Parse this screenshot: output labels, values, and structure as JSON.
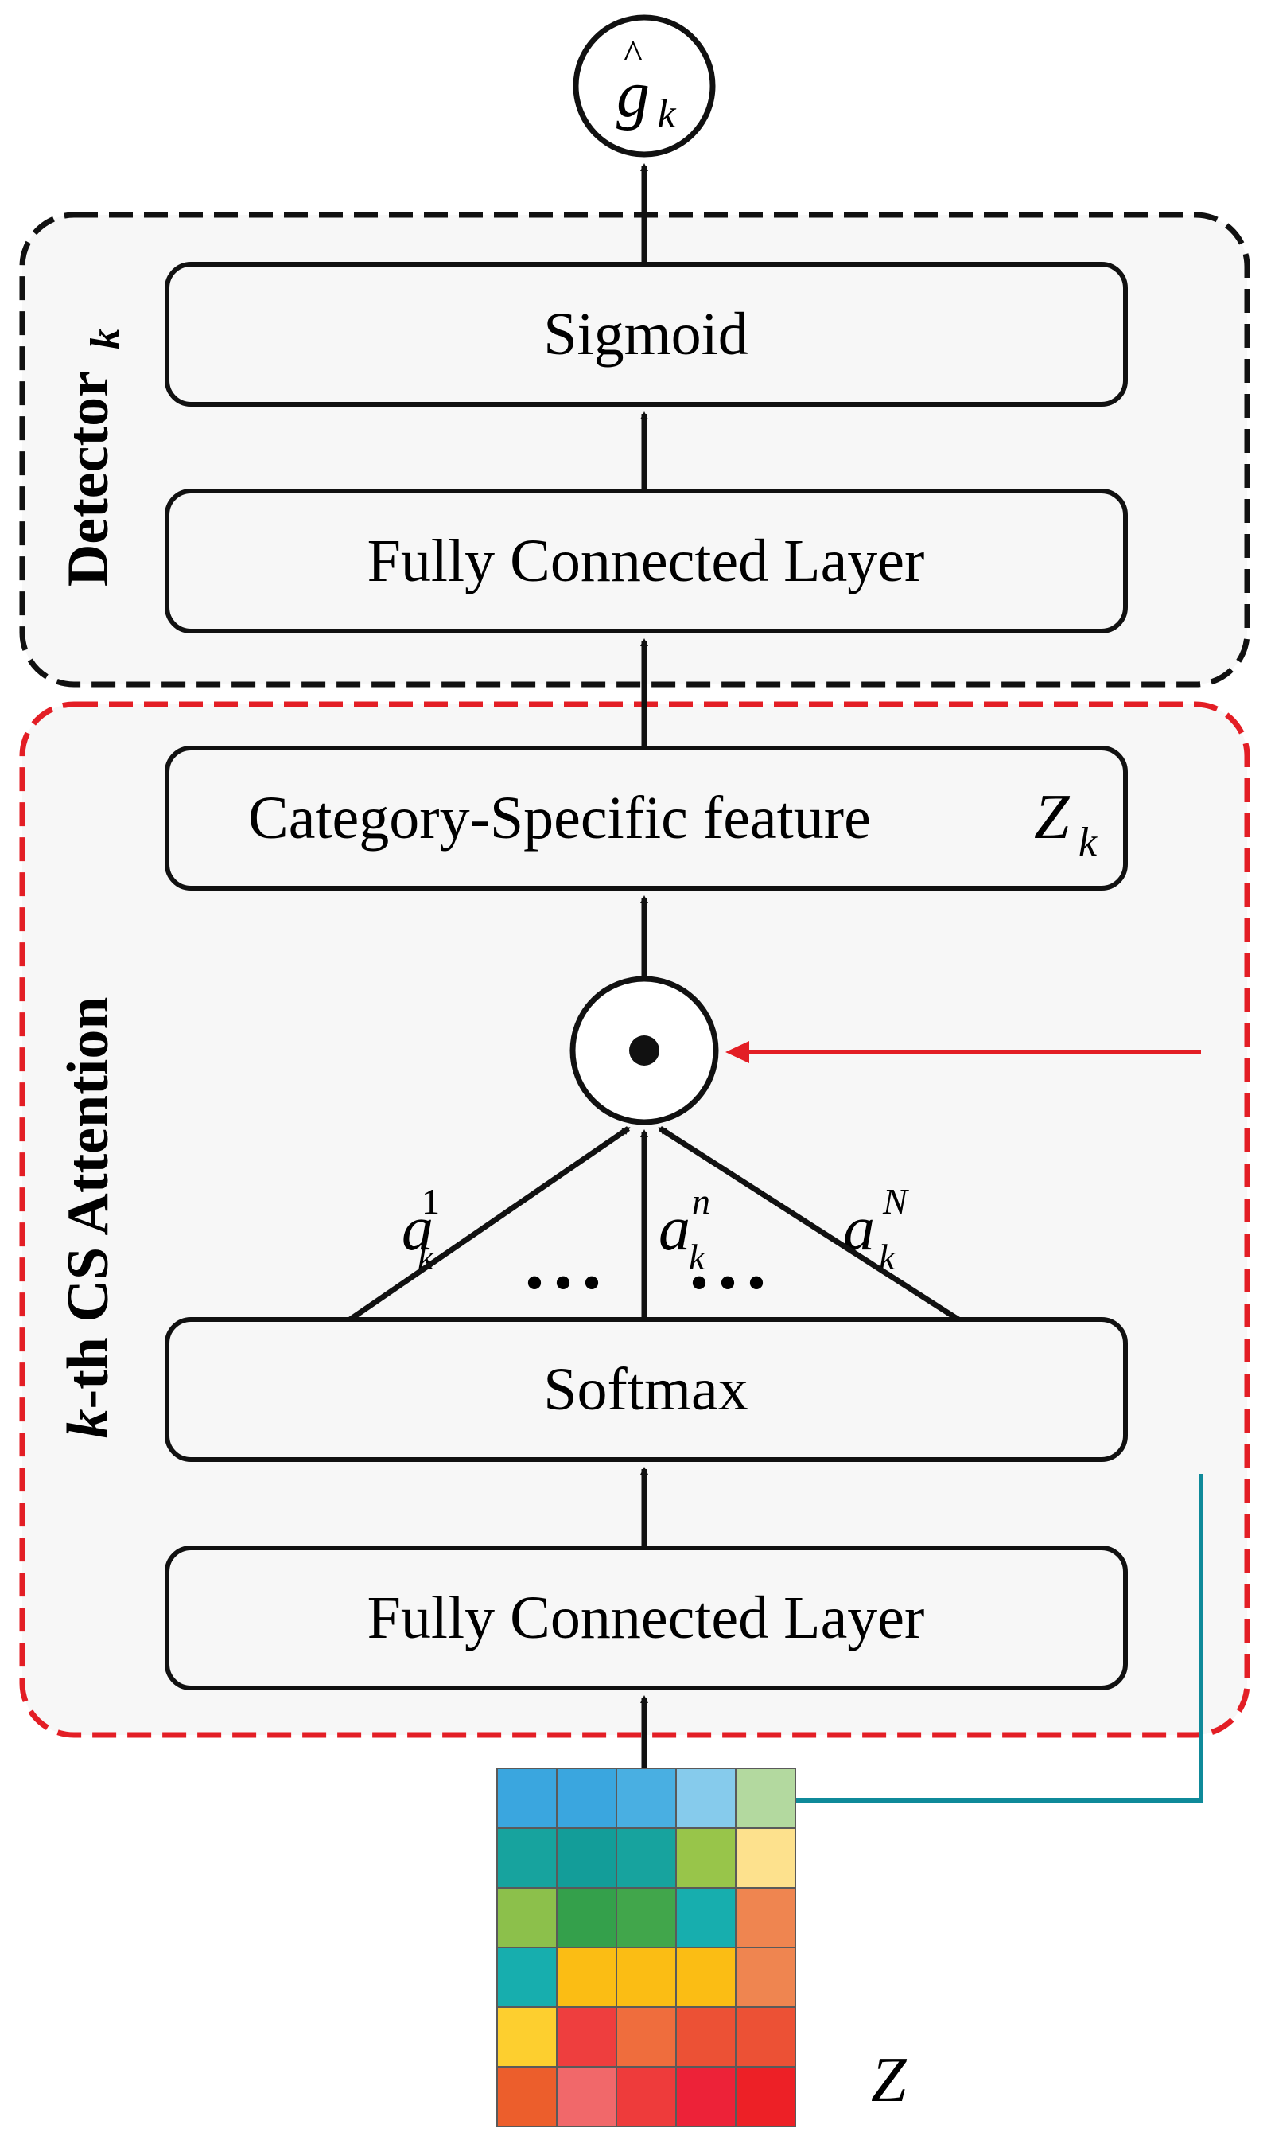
{
  "output": {
    "symbol": "g",
    "hat": "^",
    "subscript": "k"
  },
  "detector": {
    "label": "Detector",
    "label_subscript": "k",
    "blocks": {
      "sigmoid": "Sigmoid",
      "fc": "Fully Connected Layer"
    }
  },
  "attention": {
    "label_italic": "k",
    "label_rest": "-th CS Attention",
    "blocks": {
      "feature_text": "Category-Specific feature",
      "feature_symbol": "Z",
      "feature_subscript": "k",
      "softmax": "Softmax",
      "fc": "Fully Connected Layer"
    },
    "operator": "•",
    "weights": [
      {
        "symbol": "a",
        "subscript": "k",
        "superscript": "1"
      },
      {
        "symbol": "a",
        "subscript": "k",
        "superscript": "n"
      },
      {
        "symbol": "a",
        "subscript": "k",
        "superscript": "N"
      }
    ],
    "ellipsis": "• • •"
  },
  "input": {
    "label": "Z",
    "grid_colors": [
      [
        "#3aa6df",
        "#3aa6df",
        "#49afe2",
        "#86cbec",
        "#b3d99f"
      ],
      [
        "#17a39e",
        "#139d99",
        "#17a39e",
        "#98c54a",
        "#fde18d"
      ],
      [
        "#8cc04b",
        "#34a04b",
        "#41a64b",
        "#17aeae",
        "#ef8550"
      ],
      [
        "#17aeae",
        "#fbbd14",
        "#fbbd14",
        "#fbbd14",
        "#ef8550"
      ],
      [
        "#fdcf2f",
        "#ee3e3e",
        "#ef6d3d",
        "#ec5135",
        "#ec5135"
      ],
      [
        "#ec5e2c",
        "#f1686a",
        "#ee3b3b",
        "#ed2238",
        "#ed2026"
      ]
    ]
  },
  "colors": {
    "detector_border": "#111111",
    "attention_border": "#e31e25",
    "block_fill": "#f7f7f7",
    "skip_start": "#0f8a9a",
    "skip_end": "#e31e25"
  }
}
